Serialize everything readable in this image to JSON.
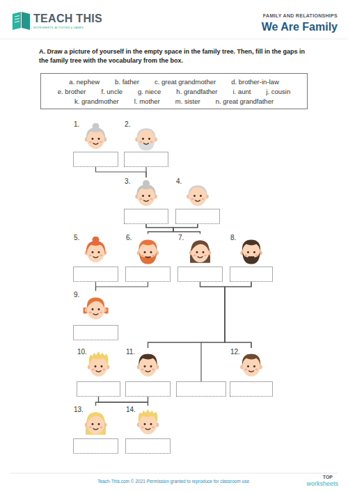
{
  "diagram": {
    "title": "We Are Family",
    "nodes": [
      {
        "text": [
          "a. nephew",
          "b. father",
          "c. great grandmother",
          "d. brother-in-law",
          "e. brother",
          "f. uncle",
          "g. niece",
          "h. grandfather",
          "i. aunt",
          "j. cousin",
          "k. grandmother",
          "l. mother",
          "m. sister",
          "n. great grandfather"
        ]
      },
      {
        "text": [
          "1."
        ]
      },
      {
        "text": [
          "2."
        ]
      },
      {
        "text": [
          "3."
        ]
      },
      {
        "text": [
          "4."
        ]
      },
      {
        "text": [
          "5."
        ]
      },
      {
        "text": [
          "6."
        ]
      },
      {
        "text": [
          "7."
        ]
      },
      {
        "text": [
          "8."
        ]
      },
      {
        "text": [
          "9."
        ]
      },
      {
        "text": [
          "10."
        ]
      },
      {
        "text": [
          "11."
        ]
      },
      {
        "text": [
          "12."
        ]
      },
      {
        "text": [
          "13."
        ]
      },
      {
        "text": [
          "14."
        ]
      }
    ],
    "edges": [
      {
        "from": 1,
        "to": 3,
        "arrow": "none"
      },
      {
        "from": 2,
        "to": 3,
        "arrow": "none"
      },
      {
        "from": 3,
        "to": 6,
        "arrow": "none"
      },
      {
        "from": 3,
        "to": 7,
        "arrow": "none"
      },
      {
        "from": 4,
        "to": 6,
        "arrow": "none"
      },
      {
        "from": 4,
        "to": 7,
        "arrow": "none"
      },
      {
        "from": 5,
        "to": 9,
        "arrow": "none"
      },
      {
        "from": 6,
        "to": 9,
        "arrow": "none"
      },
      {
        "from": 7,
        "to": 11,
        "arrow": "none"
      },
      {
        "from": 7,
        "to": 12,
        "arrow": "none"
      },
      {
        "from": 8,
        "to": 11,
        "arrow": "none"
      },
      {
        "from": 8,
        "to": 12,
        "arrow": "none"
      },
      {
        "from": 10,
        "to": 13,
        "arrow": "none"
      },
      {
        "from": 10,
        "to": 14,
        "arrow": "none"
      },
      {
        "from": 11,
        "to": 13,
        "arrow": "none"
      },
      {
        "from": 11,
        "to": 14,
        "arrow": "none"
      }
    ],
    "labels": [
      "TEACH THIS",
      "WORKSHEETS, ACTIVITIES & GAMES",
      "FAMILY AND RELATIONSHIPS",
      "A. Draw a picture of yourself in the empty space in the family tree. Then, fill in the gaps in the family tree with the vocabulary from the box.",
      "Teach-This.com © 2021 Permission granted to reproduce for classroom use.",
      "TOP",
      "worksheets"
    ]
  }
}
